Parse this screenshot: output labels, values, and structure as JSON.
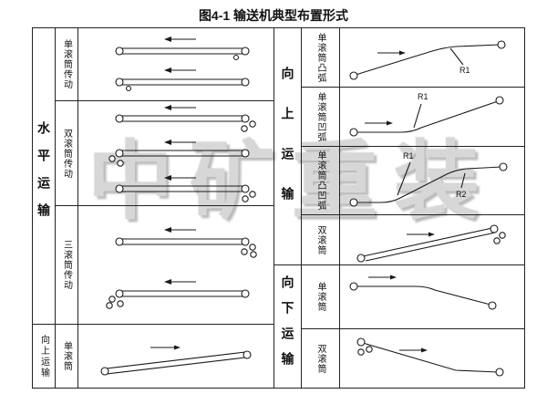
{
  "title": "图4-1 输送机典型布置形式",
  "watermark": "中矿重装",
  "left": {
    "group_main": "水平运输",
    "rows": [
      {
        "label": "单滚筒传动"
      },
      {
        "label": "双滚筒传动"
      },
      {
        "label": "三滚筒传动"
      }
    ],
    "bottom_group": "向上运输",
    "bottom_label": "单滚筒"
  },
  "right": {
    "group_up": "向上运输",
    "group_down": "向下运输",
    "rows": [
      {
        "label": "单滚筒凸弧",
        "r1": "R1"
      },
      {
        "label": "单滚筒凹弧",
        "r1": "R1"
      },
      {
        "label": "单滚筒凸凹弧",
        "r1": "R1",
        "r2": "R2"
      },
      {
        "label": "双滚筒"
      },
      {
        "label": "单滚筒"
      },
      {
        "label": "双滚筒"
      }
    ]
  }
}
